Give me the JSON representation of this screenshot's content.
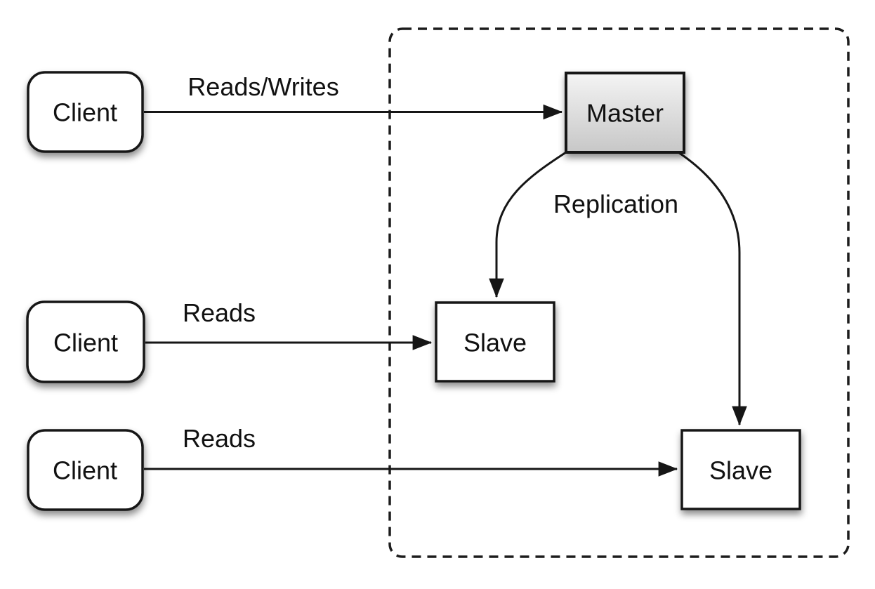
{
  "nodes": {
    "clients": [
      {
        "label": "Client"
      },
      {
        "label": "Client"
      },
      {
        "label": "Client"
      }
    ],
    "master": {
      "label": "Master"
    },
    "slaves": [
      {
        "label": "Slave"
      },
      {
        "label": "Slave"
      }
    ]
  },
  "edges": {
    "client1_master": {
      "label": "Reads/Writes"
    },
    "client2_slave1": {
      "label": "Reads"
    },
    "client3_slave2": {
      "label": "Reads"
    },
    "replication": {
      "label": "Replication"
    }
  },
  "colors": {
    "background": "#ffffff",
    "line": "#161616",
    "node_fill": "#ffffff",
    "master_gradient_top": "#f4f4f4",
    "master_gradient_bottom": "#c7c7c7"
  }
}
